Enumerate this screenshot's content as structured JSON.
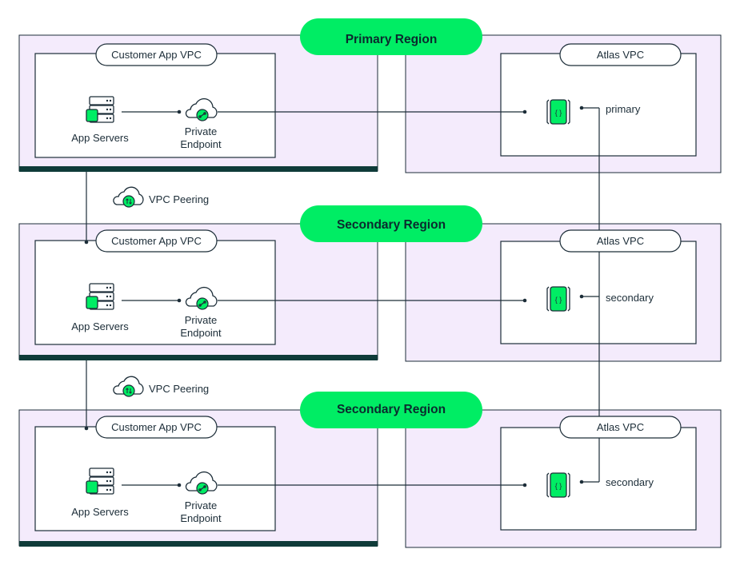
{
  "regions": [
    {
      "title": "Primary Region",
      "customer_vpc": "Customer App VPC",
      "app_servers": "App Servers",
      "endpoint_line1": "Private",
      "endpoint_line2": "Endpoint",
      "atlas_vpc": "Atlas VPC",
      "node_role": "primary"
    },
    {
      "title": "Secondary Region",
      "customer_vpc": "Customer App VPC",
      "app_servers": "App Servers",
      "endpoint_line1": "Private",
      "endpoint_line2": "Endpoint",
      "atlas_vpc": "Atlas VPC",
      "node_role": "secondary"
    },
    {
      "title": "Secondary Region",
      "customer_vpc": "Customer App VPC",
      "app_servers": "App Servers",
      "endpoint_line1": "Private",
      "endpoint_line2": "Endpoint",
      "atlas_vpc": "Atlas VPC",
      "node_role": "secondary"
    }
  ],
  "peerings": [
    {
      "label": "VPC Peering"
    },
    {
      "label": "VPC Peering"
    }
  ],
  "colors": {
    "region_fill": "#f4ebfc",
    "border": "#1c2d38",
    "dark_bar": "#0f3b39",
    "accent_green": "#00ed64",
    "pill_fill": "#ffffff"
  },
  "icons": {
    "server": "server-rack-icon",
    "endpoint": "cloud-link-icon",
    "peering": "cloud-sync-icon",
    "database": "database-node-icon"
  }
}
